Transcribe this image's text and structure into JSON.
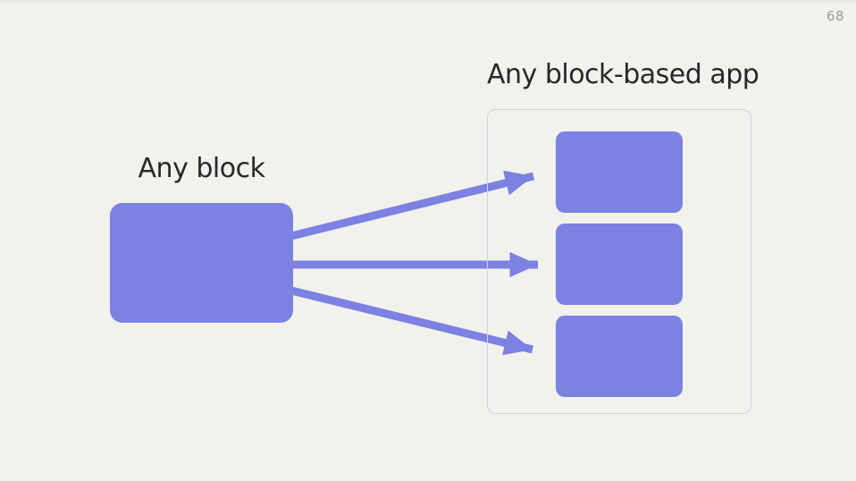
{
  "page": {
    "number": "68"
  },
  "diagram": {
    "source_block": {
      "label": "Any block"
    },
    "target_group": {
      "label": "Any block-based app",
      "block_count": 3
    },
    "arrow_count": 3,
    "colors": {
      "block_fill": "#7c81e2",
      "arrow": "#7c81e2",
      "container_border": "#cbd1e8",
      "title_text": "#26282c",
      "page_number_text": "#9b9b94",
      "background": "#f1f2ec"
    }
  }
}
